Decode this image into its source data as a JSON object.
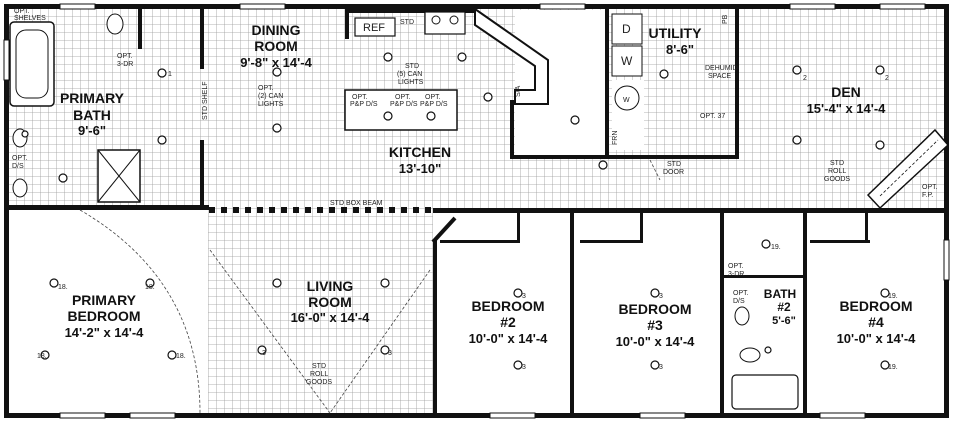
{
  "rooms": {
    "primary_bath": {
      "name_1": "PRIMARY",
      "name_2": "BATH",
      "dim": "9'-6\""
    },
    "dining": {
      "name_1": "DINING",
      "name_2": "ROOM",
      "dim": "9'-8\" x 14'-4"
    },
    "kitchen": {
      "name": "KITCHEN",
      "dim": "13'-10\""
    },
    "utility": {
      "name": "UTILITY",
      "dim": "8'-6\""
    },
    "den": {
      "name": "DEN",
      "dim": "15'-4\" x 14'-4"
    },
    "primary_bedroom": {
      "name_1": "PRIMARY",
      "name_2": "BEDROOM",
      "dim": "14'-2\" x 14'-4"
    },
    "living": {
      "name_1": "LIVING",
      "name_2": "ROOM",
      "dim": "16'-0\" x 14'-4"
    },
    "bedroom2": {
      "name_1": "BEDROOM",
      "name_2": "#2",
      "dim": "10'-0\" x 14'-4"
    },
    "bedroom3": {
      "name_1": "BEDROOM",
      "name_2": "#3",
      "dim": "10'-0\" x 14'-4"
    },
    "bath2": {
      "name_1": "BATH",
      "name_2": "#2",
      "dim": "5'-6\""
    },
    "bedroom4": {
      "name_1": "BEDROOM",
      "name_2": "#4",
      "dim": "10'-0\" x 14'-4"
    }
  },
  "notes": {
    "opt_shelves_1": "OPT.",
    "opt_shelves_2": "SHELVES",
    "ref": "REF",
    "std_shelf": "STD SHELF",
    "opt_3dr_top_1": "OPT.",
    "opt_3dr_top_2": "3-DR",
    "opt_ds_left_1": "OPT.",
    "opt_ds_left_2": "D/S",
    "std_box_beam": "STD BOX BEAM",
    "island_1": "OPT.",
    "island_2": "P&P D/S",
    "island_3": "OPT.",
    "island_4": "P&P D/S",
    "island_5": "OPT.",
    "island_6": "P&P D/S",
    "can_lights_1": "STD",
    "can_lights_2": "(5) CAN",
    "can_lights_3": "LIGHTS",
    "dining_lights_1": "OPT.",
    "dining_lights_2": "(2) CAN",
    "dining_lights_3": "LIGHTS",
    "dehumid_1": "DEHUMID",
    "dehumid_2": "SPACE",
    "util_d": "D",
    "util_w": "W",
    "wh": "W",
    "frn": "FRN",
    "opt_37": "OPT. 37",
    "std_door": "STD",
    "std_door_2": "DOOR",
    "std_roll_goods_den_1": "STD",
    "std_roll_goods_den_2": "ROLL",
    "std_roll_goods_den_3": "GOODS",
    "opt_fp_1": "OPT.",
    "opt_fp_2": "F.P.",
    "std_roll_goods_living_1": "STD",
    "std_roll_goods_living_2": "ROLL",
    "std_roll_goods_living_3": "GOODS",
    "opt_3dr_bath2_1": "OPT.",
    "opt_3dr_bath2_2": "3-DR",
    "opt_ds_bath2_1": "OPT.",
    "opt_ds_bath2_2": "D/S",
    "std": "STD",
    "sa": "S/A",
    "pb": "PB"
  },
  "fixture_labels": {
    "n1": "1",
    "n2": "2",
    "n3": "3",
    "n18": "18.",
    "n19": "19."
  },
  "colors": {
    "wall": "#111111",
    "grid": "#9a9a9a",
    "background": "#ffffff"
  }
}
